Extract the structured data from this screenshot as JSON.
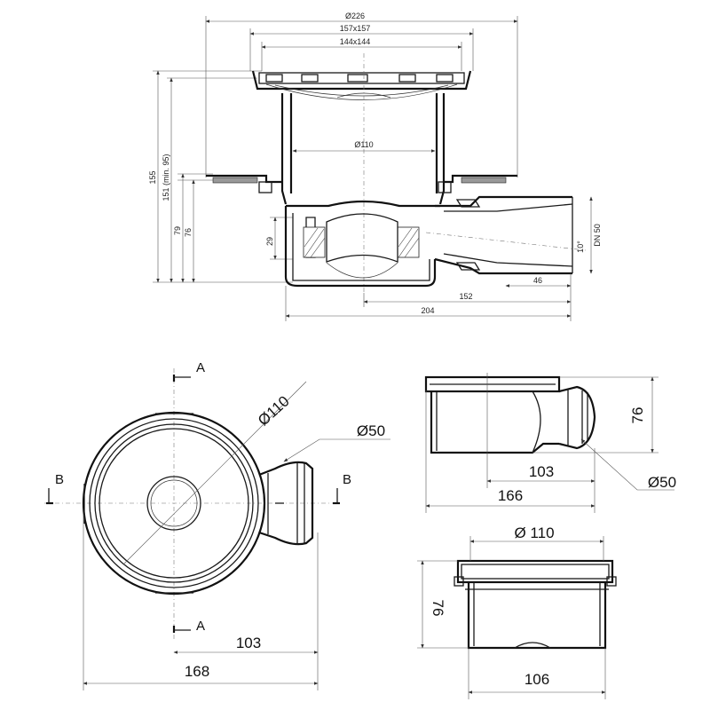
{
  "section_view": {
    "dim_226": "Ø226",
    "dim_157": "157x157",
    "dim_144": "144x144",
    "dim_110": "Ø110",
    "dim_155": "155",
    "dim_151": "151 (min. 95)",
    "dim_79": "79",
    "dim_76": "76",
    "dim_29": "29",
    "dim_10deg": "10°",
    "dim_dn50": "DN 50",
    "dim_46": "46",
    "dim_152": "152",
    "dim_204": "204"
  },
  "top_view": {
    "section_a_top": "A",
    "section_a_bottom": "A",
    "section_b_left": "B",
    "section_b_right": "B",
    "dim_110": "Ø110",
    "dim_50": "Ø50",
    "dim_103": "103",
    "dim_168": "168"
  },
  "side_view": {
    "dim_76": "76",
    "dim_103": "103",
    "dim_166": "166",
    "dim_50": "Ø50"
  },
  "front_view": {
    "dim_110": "Ø 110",
    "dim_76": "76",
    "dim_106": "106"
  }
}
